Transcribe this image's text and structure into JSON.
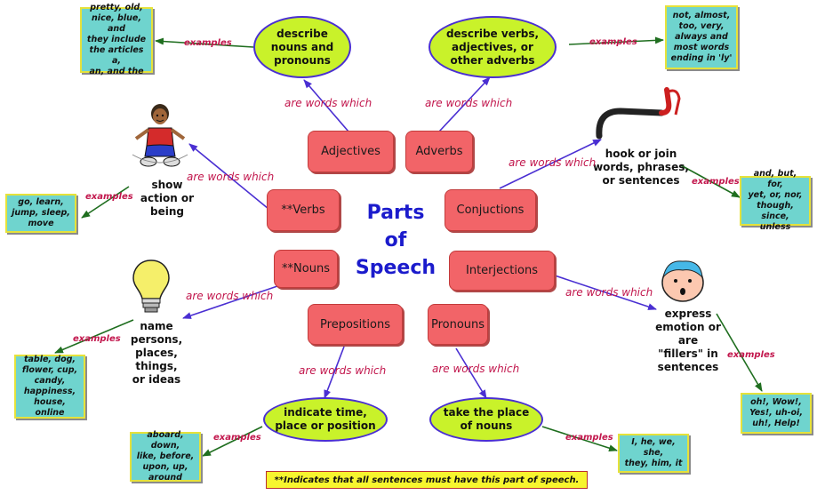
{
  "title": [
    "Parts",
    "of",
    "Speech"
  ],
  "footnote": "**Indicates that all sentences must have this part of speech.",
  "connector_labels": {
    "are_words_which": "are words which",
    "examples": "examples"
  },
  "parts": {
    "adjectives": {
      "name": "Adjectives",
      "description": [
        "describe",
        "nouns and",
        "pronouns"
      ],
      "examples": [
        "pretty, old,",
        "nice, blue, and",
        "they include",
        "the articles a,",
        "an, and the"
      ]
    },
    "adverbs": {
      "name": "Adverbs",
      "description": [
        "describe verbs,",
        "adjectives, or",
        "other adverbs"
      ],
      "examples": [
        "not, almost,",
        "too, very,",
        "always and",
        "most words",
        "ending in 'ly'"
      ]
    },
    "verbs": {
      "name": "**Verbs",
      "description": [
        "show",
        "action or",
        "being"
      ],
      "examples": [
        "go, learn,",
        "jump, sleep,",
        "move"
      ]
    },
    "conjunctions": {
      "name": "Conjuctions",
      "description": [
        "hook or join",
        "words, phrases,",
        "or sentences"
      ],
      "examples": [
        "and, but, for,",
        "yet, or, nor,",
        "though, since,",
        "unless"
      ]
    },
    "nouns": {
      "name": "**Nouns",
      "description": [
        "name",
        "persons,",
        "places,",
        "things,",
        "or ideas"
      ],
      "examples": [
        "table, dog,",
        "flower, cup,",
        "candy,",
        "happiness,",
        "house, online"
      ]
    },
    "interjections": {
      "name": "Interjections",
      "description": [
        "express",
        "emotion or",
        "are",
        "\"fillers\" in",
        "sentences"
      ],
      "examples": [
        "oh!, Wow!,",
        "Yes!, uh-oi,",
        "uh!, Help!"
      ]
    },
    "prepositions": {
      "name": "Prepositions",
      "description": [
        "indicate time,",
        "place or position"
      ],
      "examples": [
        "aboard, down,",
        "like, before,",
        "upon, up,",
        "around"
      ]
    },
    "pronouns": {
      "name": "Pronouns",
      "description": [
        "take the place",
        "of nouns"
      ],
      "examples": [
        "I, he, we, she,",
        "they, him, it"
      ]
    }
  },
  "colors": {
    "pos_box": "#f26468",
    "oval": "#c9f22a",
    "examples_box": "#6fd4ce",
    "arrow_blue": "#4a2fd2",
    "arrow_green": "#1f6e1f",
    "label": "#c2174d",
    "title": "#1b1bcc"
  }
}
